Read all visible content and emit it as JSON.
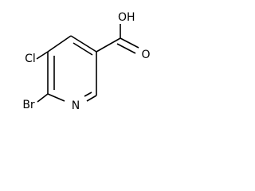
{
  "colors": {
    "bond": "#000000",
    "carbon_label": "#000000",
    "halogen_label": "#000000",
    "nitrogen_label": "#000000",
    "oxygen_label": "#000000"
  },
  "atoms": {
    "hydroxyl": "OH",
    "carbonyl_oxygen": "O",
    "chlorine": "Cl",
    "bromine": "Br",
    "ring_nitrogen": "N"
  }
}
